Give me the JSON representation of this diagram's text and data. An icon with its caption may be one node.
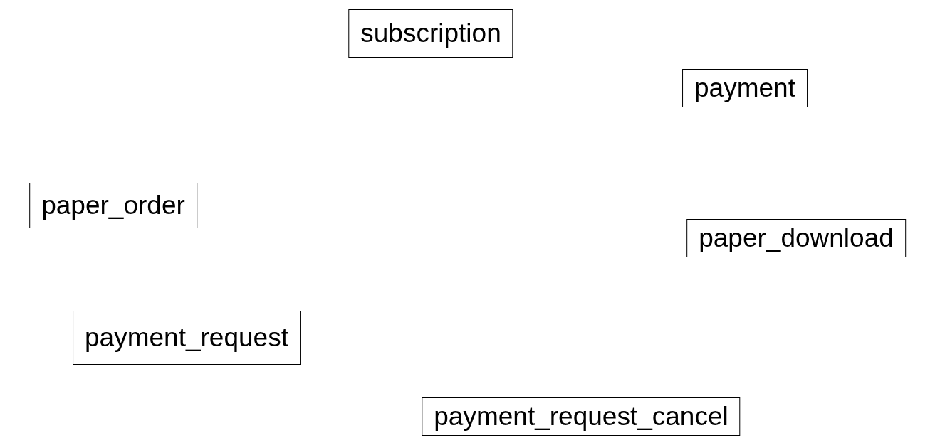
{
  "diagram": {
    "nodes": [
      {
        "text": [
          "subscription"
        ]
      },
      {
        "text": [
          "payment"
        ]
      },
      {
        "text": [
          "paper_order"
        ]
      },
      {
        "text": [
          "paper_download"
        ]
      },
      {
        "text": [
          "payment_request"
        ]
      },
      {
        "text": [
          "payment_request_cancel"
        ]
      }
    ]
  }
}
